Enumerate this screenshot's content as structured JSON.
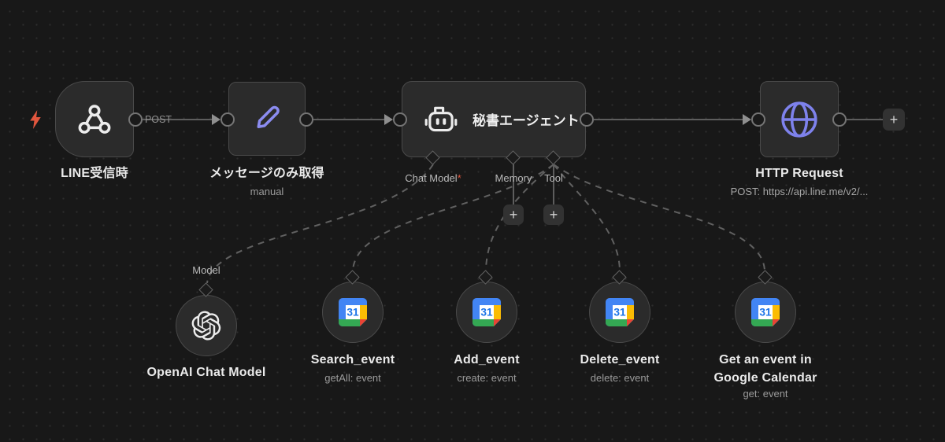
{
  "ui": {
    "plus": "+",
    "calendar_day": "31"
  },
  "colors": {
    "canvas_bg": "#181818",
    "node_bg": "#2b2b2b",
    "node_border": "#4a4a4a",
    "edge_gray": "#5d5d5d",
    "accent_indigo": "#8b8cf0",
    "trigger_bolt": "#e2563e",
    "required_asterisk": "#e0543c",
    "gcal_blue": "#4285f4",
    "gcal_yellow": "#fbbc04",
    "gcal_green": "#34a853",
    "gcal_red": "#ea4335"
  },
  "connections": {
    "post_label": "POST"
  },
  "nodes": {
    "line_trigger": {
      "label": "LINE受信時"
    },
    "get_message": {
      "label": "メッセージのみ取得",
      "subtitle": "manual"
    },
    "agent": {
      "label": "秘書エージェント",
      "ports": {
        "chat_model": "Chat Model",
        "required_mark": "*",
        "memory": "Memory",
        "tool": "Tool"
      }
    },
    "http_request": {
      "label": "HTTP Request",
      "subtitle": "POST: https://api.line.me/v2/..."
    },
    "openai_chat_model": {
      "label": "OpenAI Chat Model",
      "port_label": "Model"
    },
    "search_event": {
      "label": "Search_event",
      "subtitle": "getAll: event"
    },
    "add_event": {
      "label": "Add_event",
      "subtitle": "create: event"
    },
    "delete_event": {
      "label": "Delete_event",
      "subtitle": "delete: event"
    },
    "get_event": {
      "label": "Get an event in Google Calendar",
      "subtitle": "get: event"
    }
  }
}
